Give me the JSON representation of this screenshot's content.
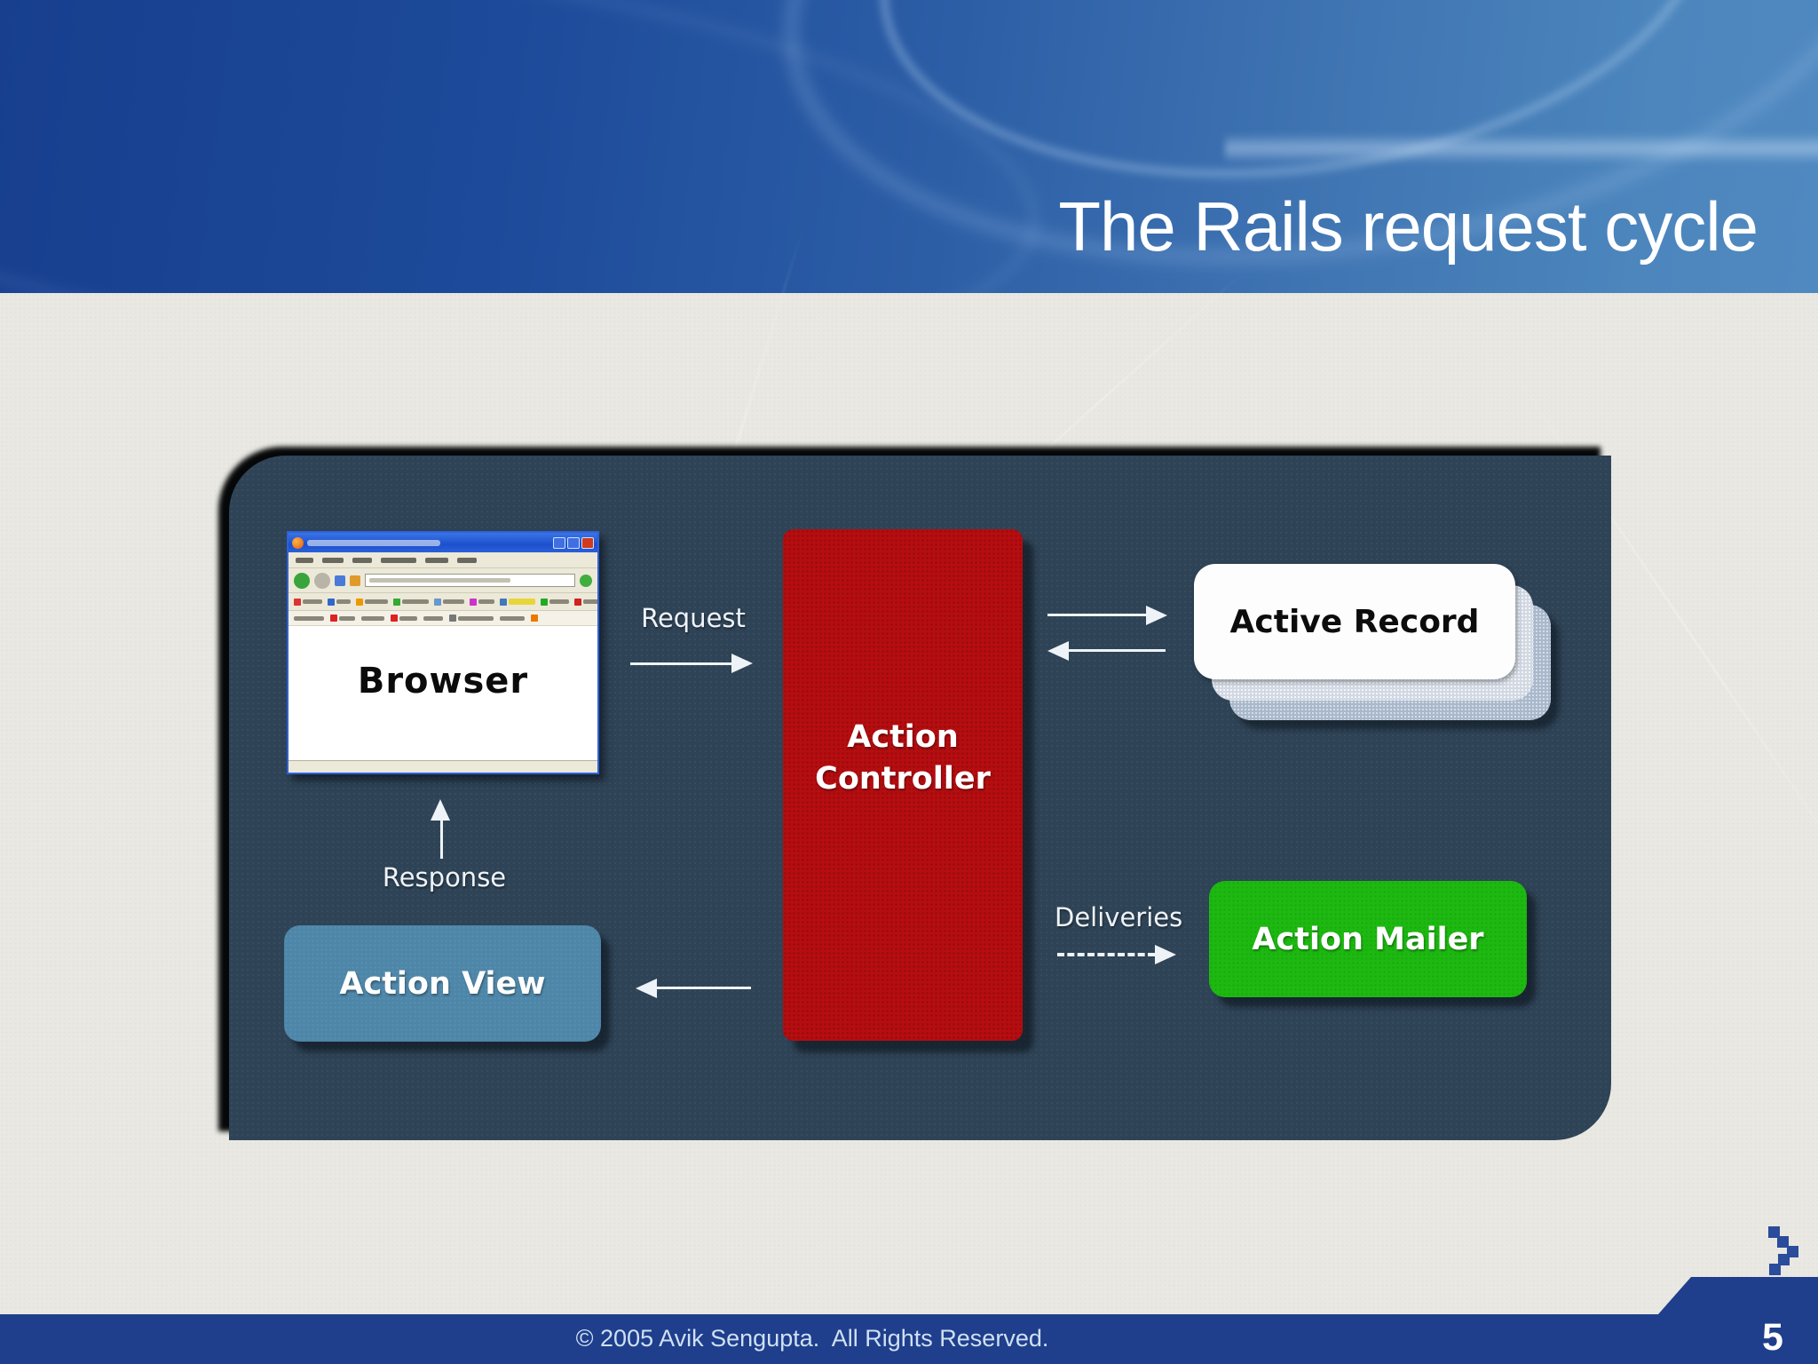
{
  "slide": {
    "title": "The Rails request cycle",
    "footer_copyright": "© 2005 Avik Sengupta.  All Rights Reserved.",
    "page_number": "5"
  },
  "diagram": {
    "nodes": {
      "browser": {
        "label": "Browser"
      },
      "action_controller": {
        "label": "Action Controller"
      },
      "active_record": {
        "label": "Active Record"
      },
      "action_mailer": {
        "label": "Action Mailer"
      },
      "action_view": {
        "label": "Action View"
      }
    },
    "edges": {
      "request": {
        "label": "Request"
      },
      "response": {
        "label": "Response"
      },
      "deliveries": {
        "label": "Deliveries"
      }
    },
    "colors": {
      "panel_background": "#2e4356",
      "action_controller_red": "#b50d10",
      "action_mailer_green": "#1db911",
      "action_view_blue": "#4d86a8",
      "active_record_white": "#fdfdfd",
      "header_blue_left": "#173f8e",
      "header_blue_right": "#4c86bd",
      "footer_blue": "#1f3e8c",
      "arrow_white": "#eef3f8"
    }
  }
}
